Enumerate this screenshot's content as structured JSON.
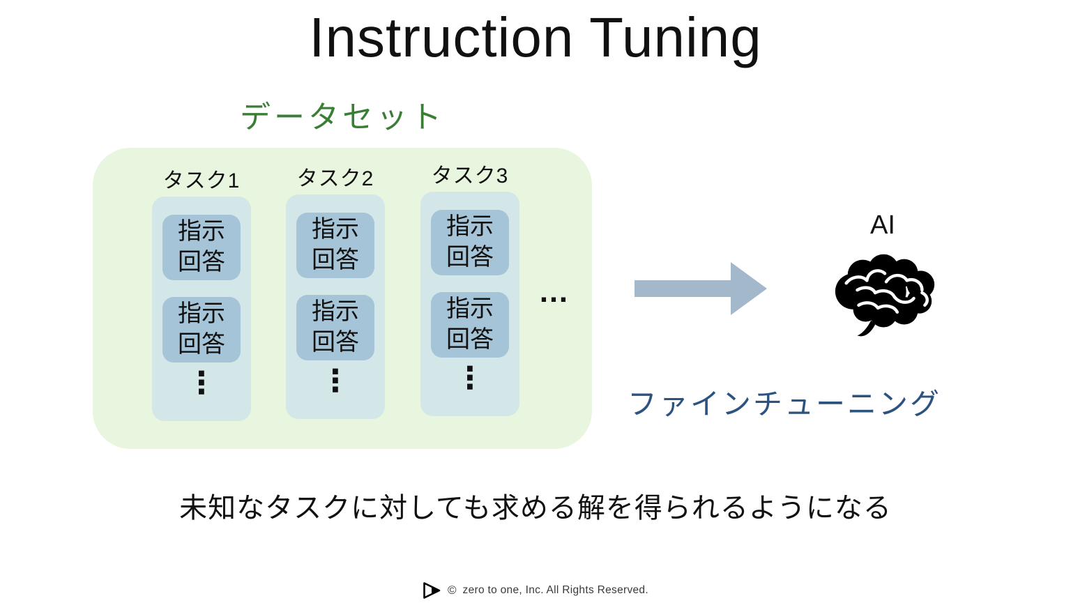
{
  "colors": {
    "dataset_label_green": "#3a7d35",
    "dataset_bg_green": "#e8f5df",
    "task_bg_blue": "#d3e6e8",
    "pair_bg_blue": "#a6c4d7",
    "arrow_gray_blue": "#a3b8cb",
    "finetune_text_blue": "#2c5380",
    "brain_black": "#000000"
  },
  "slide": {
    "title": "Instruction Tuning",
    "dataset_label": "データセット",
    "tasks": [
      {
        "label": "タスク1",
        "pairs": [
          {
            "line1": "指示",
            "line2": "回答"
          },
          {
            "line1": "指示",
            "line2": "回答"
          }
        ],
        "ellipsis": "⋮"
      },
      {
        "label": "タスク2",
        "pairs": [
          {
            "line1": "指示",
            "line2": "回答"
          },
          {
            "line1": "指示",
            "line2": "回答"
          }
        ],
        "ellipsis": "⋮"
      },
      {
        "label": "タスク3",
        "pairs": [
          {
            "line1": "指示",
            "line2": "回答"
          },
          {
            "line1": "指示",
            "line2": "回答"
          }
        ],
        "ellipsis": "⋮"
      }
    ],
    "more_tasks": "…",
    "ai_label": "AI",
    "finetune_label": "ファインチューニング",
    "caption": "未知なタスクに対しても求める解を得られるようになる",
    "footer": {
      "copyright": "©",
      "text": "zero to one, Inc. All Rights Reserved."
    }
  }
}
